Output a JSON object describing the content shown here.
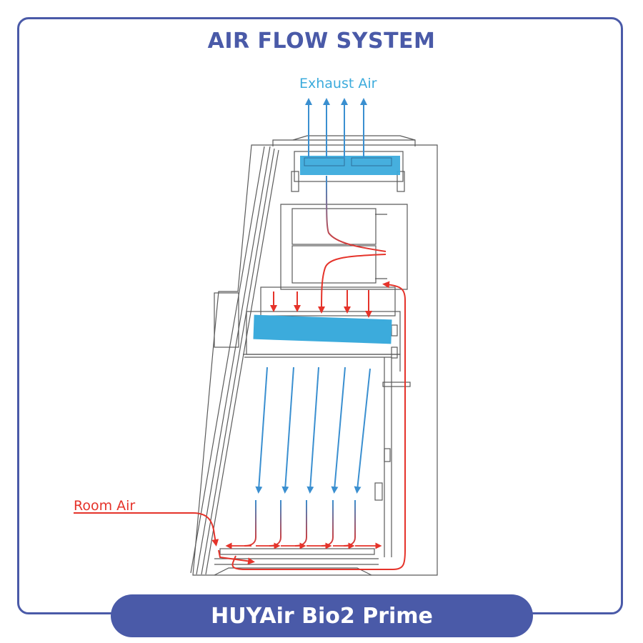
{
  "title": "AIR FLOW SYSTEM",
  "labels": {
    "exhaust_air": "Exhaust Air",
    "room_air": "Room Air"
  },
  "product_name": "HUYAir Bio2 Prime",
  "colors": {
    "brand": "#4a5aa8",
    "exhaust_blue": "#3cabdc",
    "filter_blue": "#3cabdc",
    "room_red": "#e5332a",
    "outline": "#5a5a5a"
  }
}
